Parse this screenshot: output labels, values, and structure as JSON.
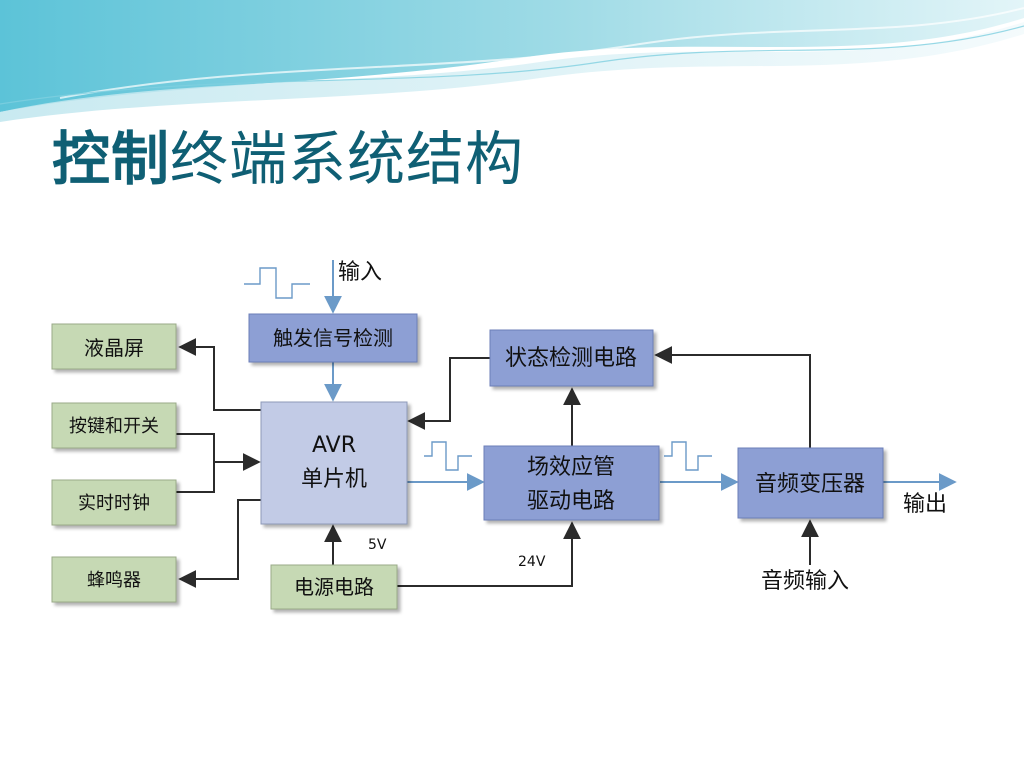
{
  "slide": {
    "title_bold": "控制",
    "title_rest": "终端系统结构"
  },
  "diagram": {
    "blocks": {
      "lcd": "液晶屏",
      "keys": "按键和开关",
      "rtc": "实时时钟",
      "buzzer": "蜂鸣器",
      "trigger": "触发信号检测",
      "avr_line1": "AVR",
      "avr_line2": "单片机",
      "power": "电源电路",
      "status": "状态检测电路",
      "fet_line1": "场效应管",
      "fet_line2": "驱动电路",
      "audio_tf": "音频变压器"
    },
    "labels": {
      "input": "输入",
      "output": "输出",
      "audio_input": "音频输入",
      "v5": "5V",
      "v24": "24V"
    },
    "colors": {
      "left_block_fill": "#c6d9b4",
      "left_block_stroke": "#9aaa88",
      "avr_fill": "#c2cbe6",
      "blue_block_fill": "#8d9fd4",
      "blue_block_stroke": "#6c7fb8",
      "power_fill": "#c6d9b4",
      "signal_arrow": "#6b9ac8",
      "control_arrow": "#2b2b2b",
      "title": "#0f5f74"
    }
  }
}
